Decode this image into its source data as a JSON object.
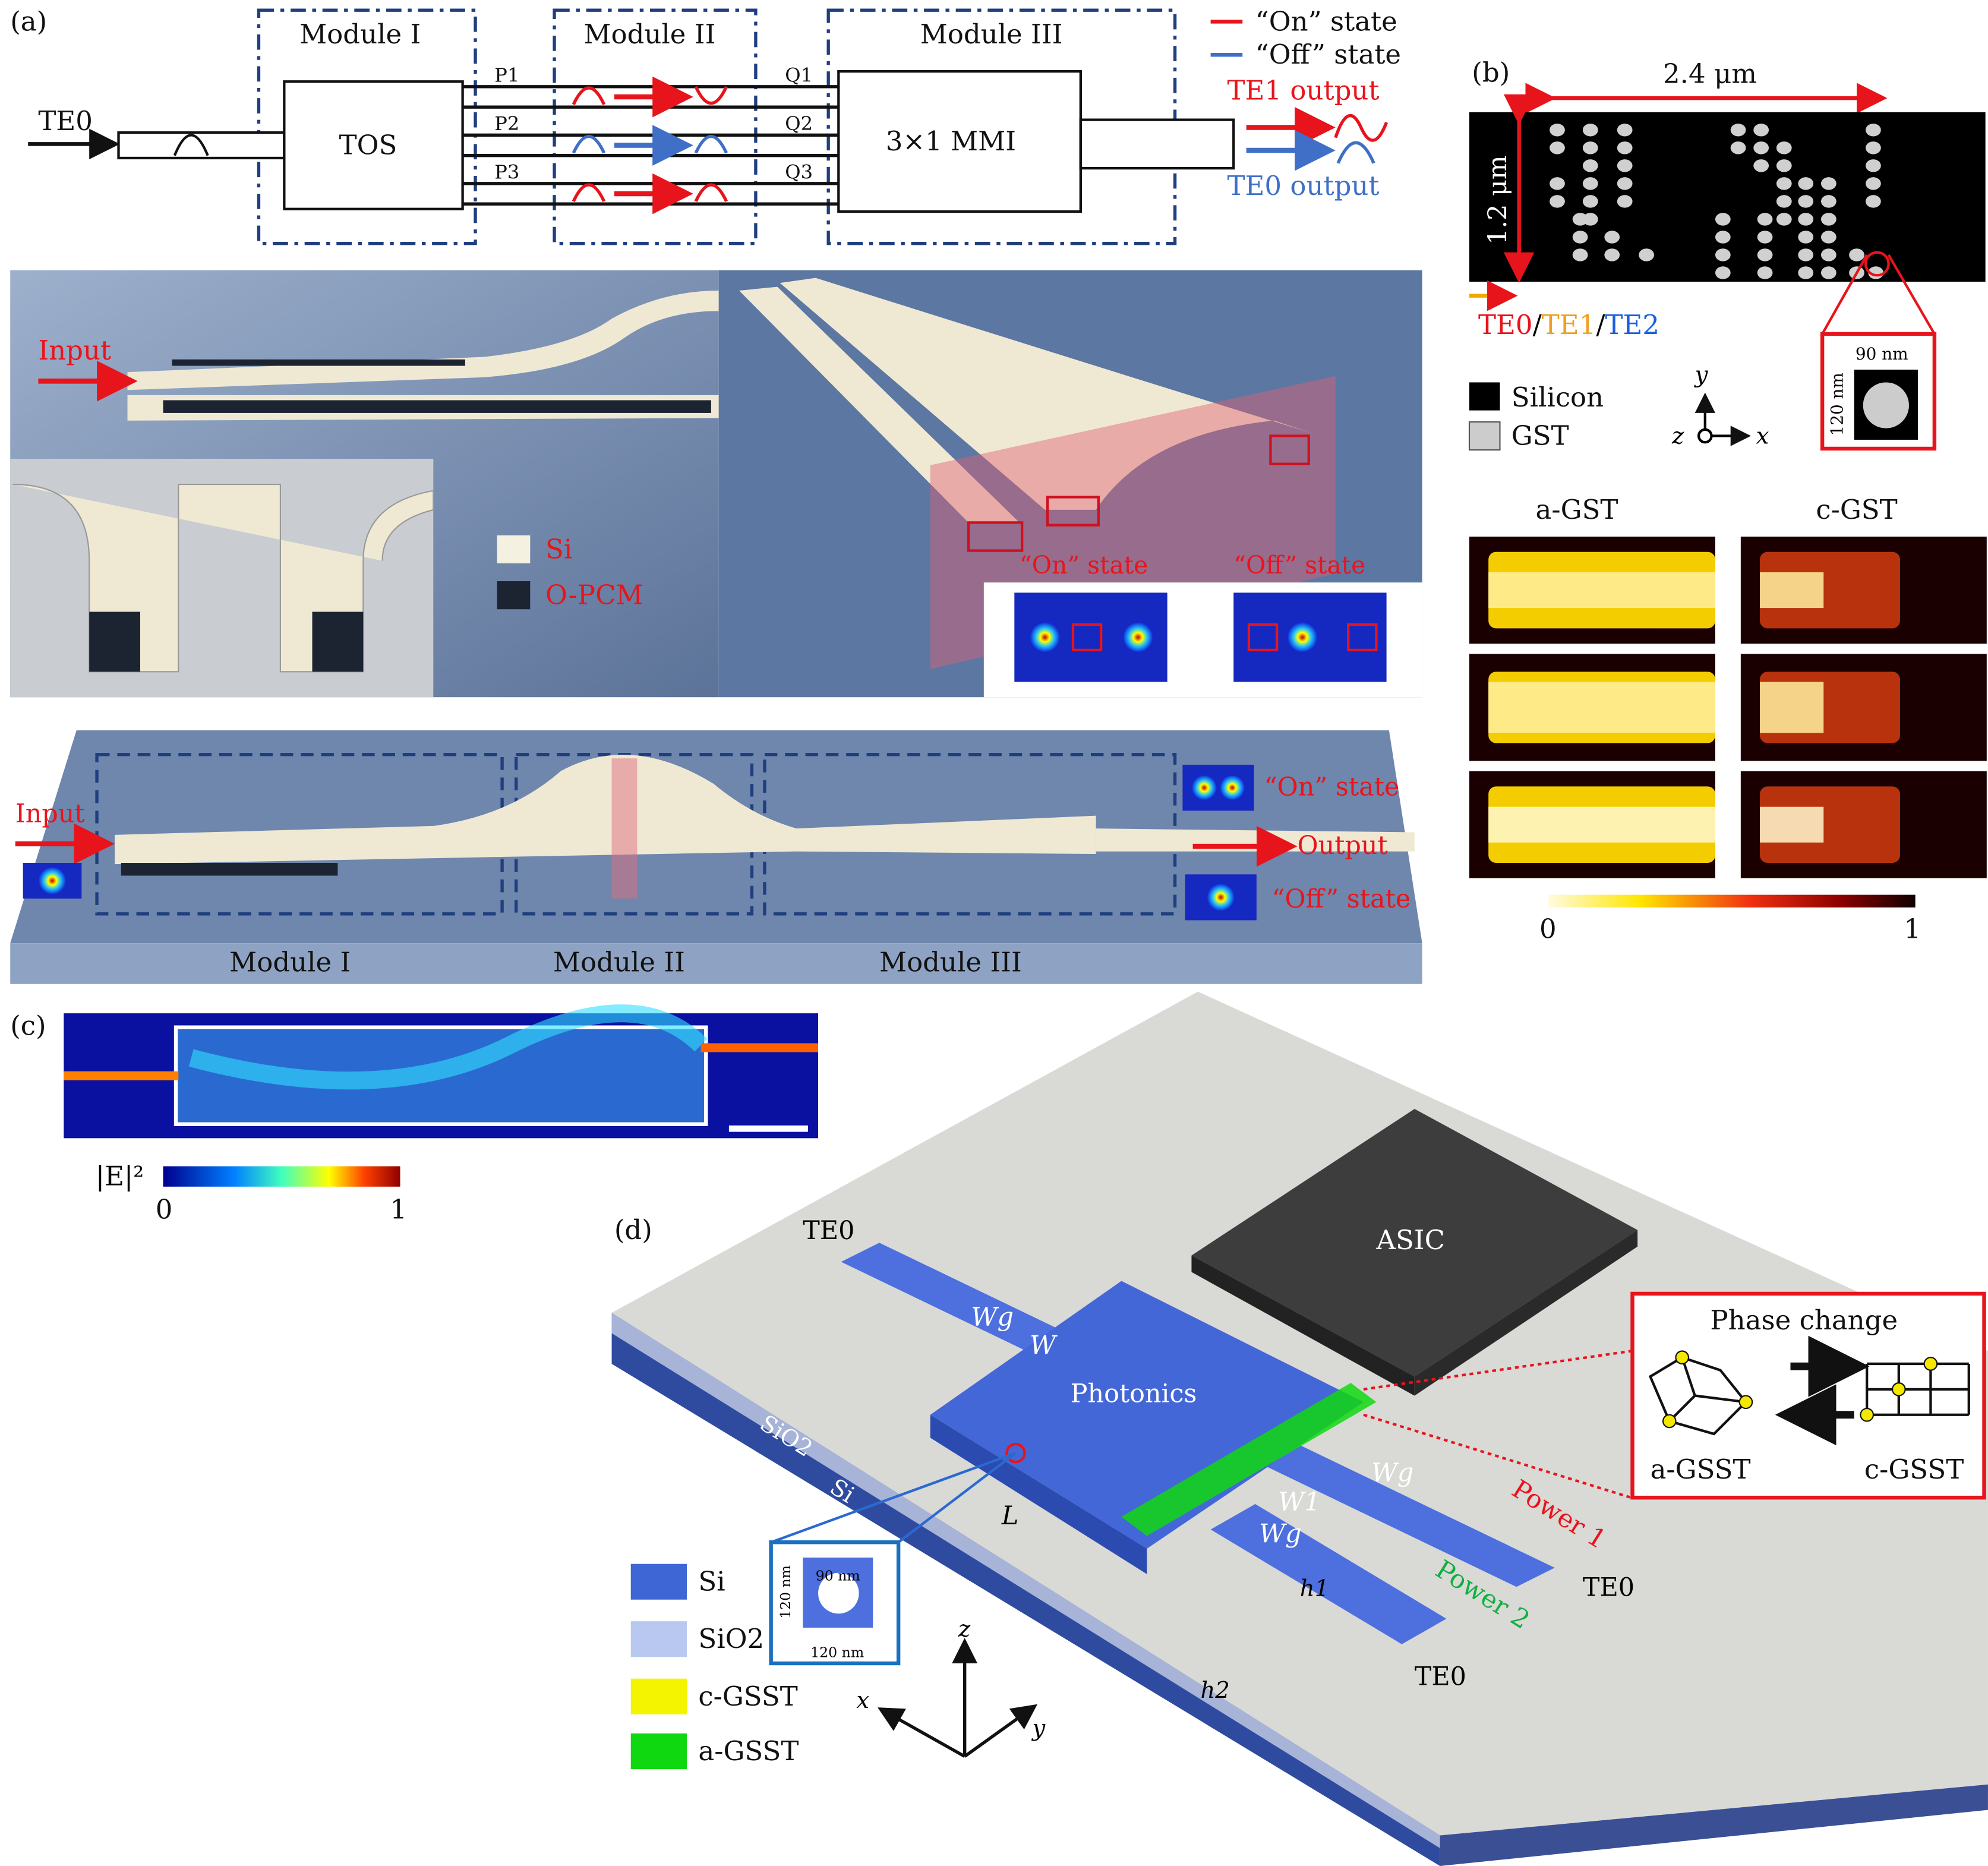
{
  "panel_a": {
    "label": "(a)",
    "input": "TE0",
    "modules": [
      "Module I",
      "Module II",
      "Module III"
    ],
    "tos": "TOS",
    "mmi": "3×1 MMI",
    "ports_p": [
      "P1",
      "P2",
      "P3"
    ],
    "ports_q": [
      "Q1",
      "Q2",
      "Q3"
    ],
    "legend_on": "“On” state",
    "legend_off": "“Off” state",
    "te1_output": "TE1 output",
    "te0_output": "TE0 output",
    "render_input": "Input",
    "legend_si": "Si",
    "legend_opcm": "O-PCM",
    "on_state": "“On” state",
    "off_state": "“Off” state",
    "bottom_input": "Input",
    "bottom_output": "Output",
    "bottom_on": "“On” state",
    "bottom_off": "“Off” state",
    "bottom_modules": [
      "Module I",
      "Module II",
      "Module III"
    ]
  },
  "panel_b": {
    "label": "(b)",
    "width": "2.4 μm",
    "height": "1.2 μm",
    "modes": [
      "TE0",
      "/",
      "TE1",
      "/",
      "TE2"
    ],
    "legend": [
      "Silicon",
      "GST"
    ],
    "axes": {
      "y": "y",
      "z": "z",
      "x": "x"
    },
    "inset_w": "90 nm",
    "inset_h": "120 nm",
    "col_titles": [
      "a-GST",
      "c-GST"
    ],
    "colorbar": [
      "0",
      "1"
    ]
  },
  "panel_c": {
    "label": "(c)",
    "colorbar_label": "|E|²",
    "colorbar": [
      "0",
      "1"
    ]
  },
  "panel_d": {
    "label": "(d)",
    "asic": "ASIC",
    "photonics": "Photonics",
    "te0_in": "TE0",
    "wg": "Wg",
    "w": "W",
    "w1": "W1",
    "l": "L",
    "h1": "h1",
    "h2": "h2",
    "sio2": "SiO2",
    "si": "Si",
    "power1": "Power 1",
    "power2": "Power 2",
    "te0_out1": "TE0",
    "te0_out2": "TE0",
    "phase_change": "Phase change",
    "a_gsst": "a-GSST",
    "c_gsst": "c-GSST",
    "inset_w": "90 nm",
    "inset_h": "120 nm",
    "inset_b": "120 nm",
    "axes": {
      "z": "z",
      "x": "x",
      "y": "y"
    },
    "legend": [
      "Si",
      "SiO2",
      "c-GSST",
      "a-GSST"
    ],
    "colors": {
      "si": "#3e66d4",
      "sio2": "#b8c8f0",
      "c_gsst": "#f4f400",
      "a_gsst": "#10d810"
    }
  }
}
